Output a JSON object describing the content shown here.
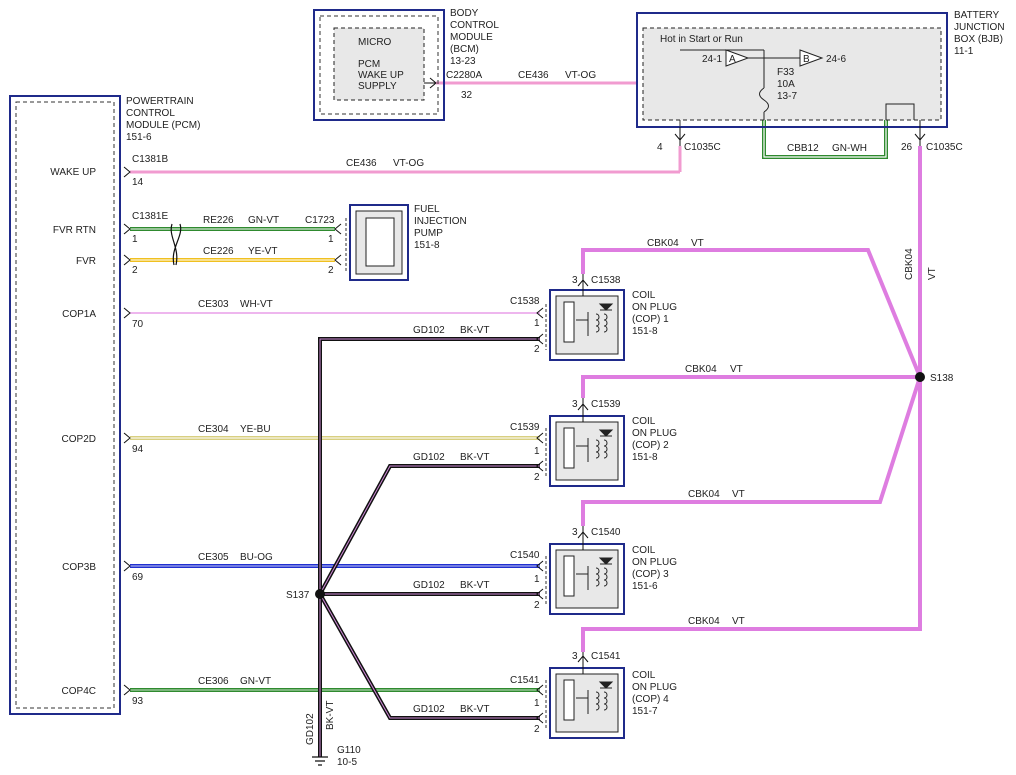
{
  "components": {
    "bcm": {
      "lines": [
        "BODY",
        "CONTROL",
        "MODULE",
        "(BCM)",
        "13-23"
      ],
      "inner_lines": [
        "MICRO",
        "PCM",
        "WAKE UP",
        "SUPPLY"
      ]
    },
    "bjb": {
      "lines": [
        "BATTERY",
        "JUNCTION",
        "BOX (BJB)",
        "11-1"
      ],
      "hot_label": "Hot in Start or Run",
      "conn_a_left": "24-1",
      "conn_a": "A",
      "conn_b": "B",
      "conn_b_right": "24-6",
      "fuse_lines": [
        "F33",
        "10A",
        "13-7"
      ]
    },
    "pcm": {
      "lines": [
        "POWERTRAIN",
        "CONTROL",
        "MODULE (PCM)",
        "151-6"
      ],
      "pins": [
        "WAKE UP",
        "FVR RTN",
        "FVR",
        "COP1A",
        "COP2D",
        "COP3B",
        "COP4C"
      ]
    },
    "fip": {
      "lines": [
        "FUEL",
        "INJECTION",
        "PUMP",
        "151-8"
      ]
    },
    "cop1": {
      "lines": [
        "COIL",
        "ON PLUG",
        "(COP) 1",
        "151-8"
      ]
    },
    "cop2": {
      "lines": [
        "COIL",
        "ON PLUG",
        "(COP) 2",
        "151-8"
      ]
    },
    "cop3": {
      "lines": [
        "COIL",
        "ON PLUG",
        "(COP) 3",
        "151-6"
      ]
    },
    "cop4": {
      "lines": [
        "COIL",
        "ON PLUG",
        "(COP) 4",
        "151-7"
      ]
    }
  },
  "connectors": {
    "bcm_out": "C2280A",
    "bcm_pin": "32",
    "pcm_wake": "C1381B",
    "pcm_wake_pin": "14",
    "pcm_fvr": "C1381E",
    "pcm_fvr_rtn_pin": "1",
    "pcm_fvr_pin": "2",
    "fip": "C1723",
    "fip_pin1": "1",
    "fip_pin2": "2",
    "bjb_left": "C1035C",
    "bjb_left_pin": "4",
    "bjb_right": "C1035C",
    "bjb_right_pin": "26",
    "pcm_cop1a_pin": "70",
    "pcm_cop2d_pin": "94",
    "pcm_cop3b_pin": "69",
    "pcm_cop4c_pin": "93",
    "cop1": "C1538",
    "cop2": "C1539",
    "cop3": "C1540",
    "cop4": "C1541",
    "pin_1": "1",
    "pin_2": "2",
    "pin_3": "3"
  },
  "wires": {
    "ce436_top": "CE436",
    "ce436_top_color": "VT-OG",
    "ce436": "CE436",
    "ce436_color": "VT-OG",
    "cbb12": "CBB12",
    "cbb12_color": "GN-WH",
    "re226": "RE226",
    "re226_color": "GN-VT",
    "ce226": "CE226",
    "ce226_color": "YE-VT",
    "ce303": "CE303",
    "ce303_color": "WH-VT",
    "ce304": "CE304",
    "ce304_color": "YE-BU",
    "ce305": "CE305",
    "ce305_color": "BU-OG",
    "ce306": "CE306",
    "ce306_color": "GN-VT",
    "gd102": "GD102",
    "bk_vt": "BK-VT",
    "vt": "VT",
    "cbk04": "CBK04"
  },
  "splices": {
    "s137": "S137",
    "s138": "S138"
  },
  "ground": {
    "name": "G110",
    "ref": "10-5"
  },
  "colors": {
    "violet_orange": "#f19bd0",
    "violet": "#de7de0",
    "green": "#2f8a2f",
    "yellow": "#f0c020",
    "white_violet": "#e89ee8",
    "yellow_blue": "#d8cf80",
    "blue": "#2030d0",
    "black_violet": "#111111",
    "frame_blue": "#1f2a8a"
  }
}
